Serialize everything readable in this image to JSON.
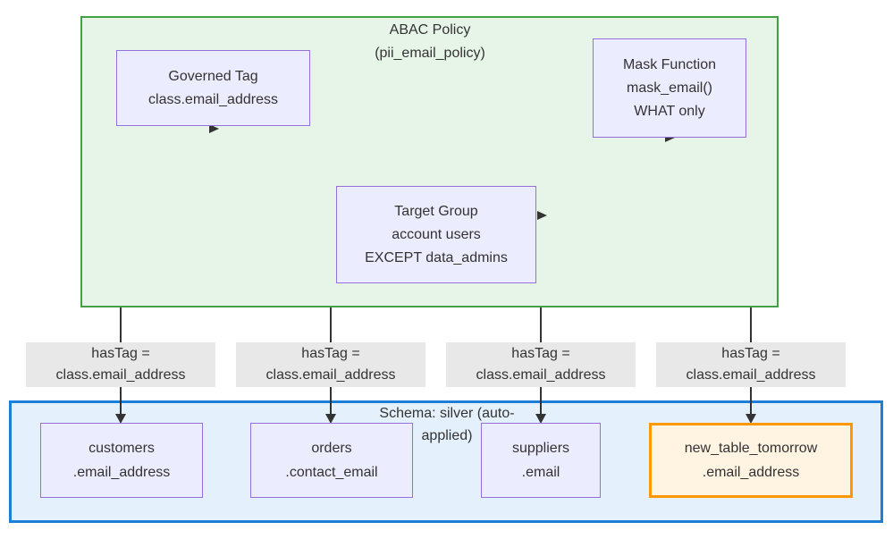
{
  "policy": {
    "title_line1": "ABAC Policy",
    "title_line2": "(pii_email_policy)",
    "nodes": {
      "governed_tag": {
        "line1": "Governed Tag",
        "line2": "class.email_address"
      },
      "mask_function": {
        "line1": "Mask Function",
        "line2": "mask_email()",
        "line3": "WHAT only"
      },
      "target_group": {
        "line1": "Target Group",
        "line2": "account users",
        "line3": "EXCEPT data_admins"
      }
    }
  },
  "edges": [
    {
      "line1": "hasTag =",
      "line2": "class.email_address"
    },
    {
      "line1": "hasTag =",
      "line2": "class.email_address"
    },
    {
      "line1": "hasTag =",
      "line2": "class.email_address"
    },
    {
      "line1": "hasTag =",
      "line2": "class.email_address"
    }
  ],
  "schema": {
    "title_line1": "Schema: silver (auto-",
    "title_line2": "applied)",
    "tables": [
      {
        "name": "customers",
        "column": ".email_address",
        "highlighted": false
      },
      {
        "name": "orders",
        "column": ".contact_email",
        "highlighted": false
      },
      {
        "name": "suppliers",
        "column": ".email",
        "highlighted": false
      },
      {
        "name": "new_table_tomorrow",
        "column": ".email_address",
        "highlighted": true
      }
    ]
  },
  "colors": {
    "policy_cluster_fill": "#E7F4E8",
    "policy_cluster_border": "#43A047",
    "schema_cluster_fill": "#E4F1FC",
    "schema_cluster_border": "#1C7ED6",
    "node_fill": "#ECECFF",
    "node_border": "#9370DB",
    "highlight_node_fill": "#FFF3E2",
    "highlight_node_border": "#FF9800",
    "edge_label_bg": "#E8E8E8",
    "edge_color": "#333333",
    "text_color": "#333333"
  }
}
